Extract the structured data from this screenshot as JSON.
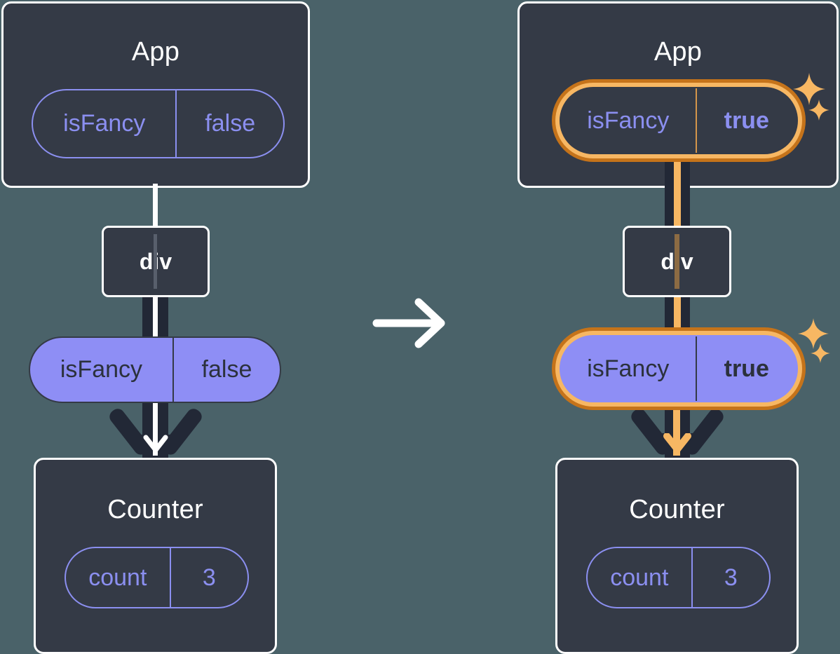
{
  "diagram": {
    "type": "react-state-flow-comparison",
    "background_color": "#4a6269",
    "transition_icon": "right-arrow-icon",
    "panels": [
      {
        "id": "before",
        "highlighted": false,
        "app": {
          "title": "App",
          "state_pill": {
            "key": "isFancy",
            "value": "false",
            "style": "outline"
          }
        },
        "div": {
          "label": "div"
        },
        "prop_pill": {
          "key": "isFancy",
          "value": "false",
          "style": "filled"
        },
        "counter": {
          "title": "Counter",
          "state_pill": {
            "key": "count",
            "value": "3",
            "style": "outline"
          }
        },
        "connector_color": "#ffffff",
        "arrow_color": "#ffffff"
      },
      {
        "id": "after",
        "highlighted": true,
        "highlight_outer_color": "#c5731a",
        "highlight_inner_color": "#f7b763",
        "sparkle_color": "#f7b763",
        "app": {
          "title": "App",
          "state_pill": {
            "key": "isFancy",
            "value": "true",
            "style": "outline",
            "value_bold": true
          }
        },
        "div": {
          "label": "div"
        },
        "prop_pill": {
          "key": "isFancy",
          "value": "true",
          "style": "filled",
          "value_bold": true
        },
        "counter": {
          "title": "Counter",
          "state_pill": {
            "key": "count",
            "value": "3",
            "style": "outline"
          }
        },
        "connector_color": "#f7b763",
        "arrow_color": "#f7b763"
      }
    ]
  },
  "colors": {
    "background": "#4a6269",
    "box_fill": "#343a46",
    "box_border": "#ffffff",
    "pill_outline": "#8b8ff0",
    "pill_fill": "#8e8ef5",
    "pill_fill_text": "#2b313c",
    "connector_dark": "#222836",
    "highlight_dark": "#c5731a",
    "highlight_light": "#f7b763"
  }
}
